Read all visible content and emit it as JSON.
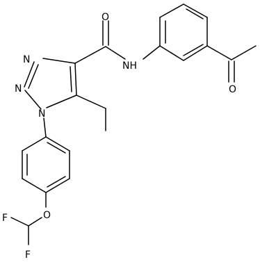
{
  "molecule": {
    "atom_labels": {
      "n_top": "N",
      "n_mid": "N",
      "n_ring": "N",
      "amide_o": "O",
      "amide_nh": "NH",
      "ketone_o": "O",
      "ether_o": "O",
      "f_top": "F",
      "f_bottom": "F"
    }
  }
}
